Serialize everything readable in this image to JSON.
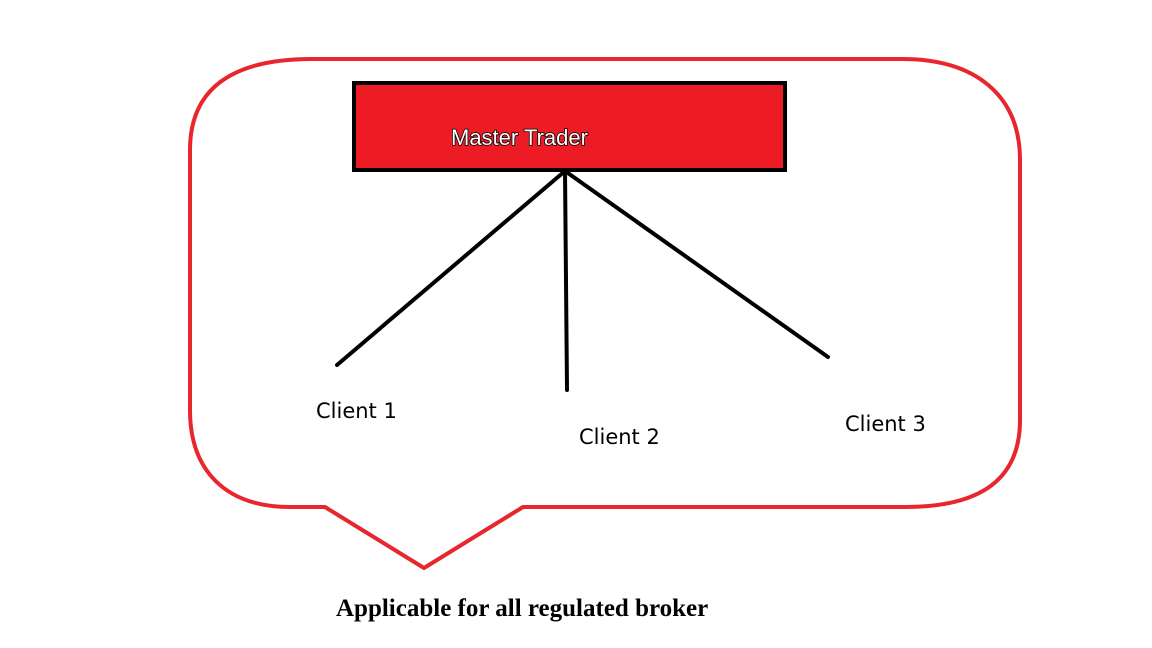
{
  "master": {
    "label": "Master Trader"
  },
  "clients": [
    {
      "label": "Client 1"
    },
    {
      "label": "Client 2"
    },
    {
      "label": "Client 3"
    }
  ],
  "caption": "Applicable for all regulated broker",
  "colors": {
    "bubble_outline": "#e8262e",
    "master_fill": "#ed1c24",
    "lines": "#000000"
  }
}
